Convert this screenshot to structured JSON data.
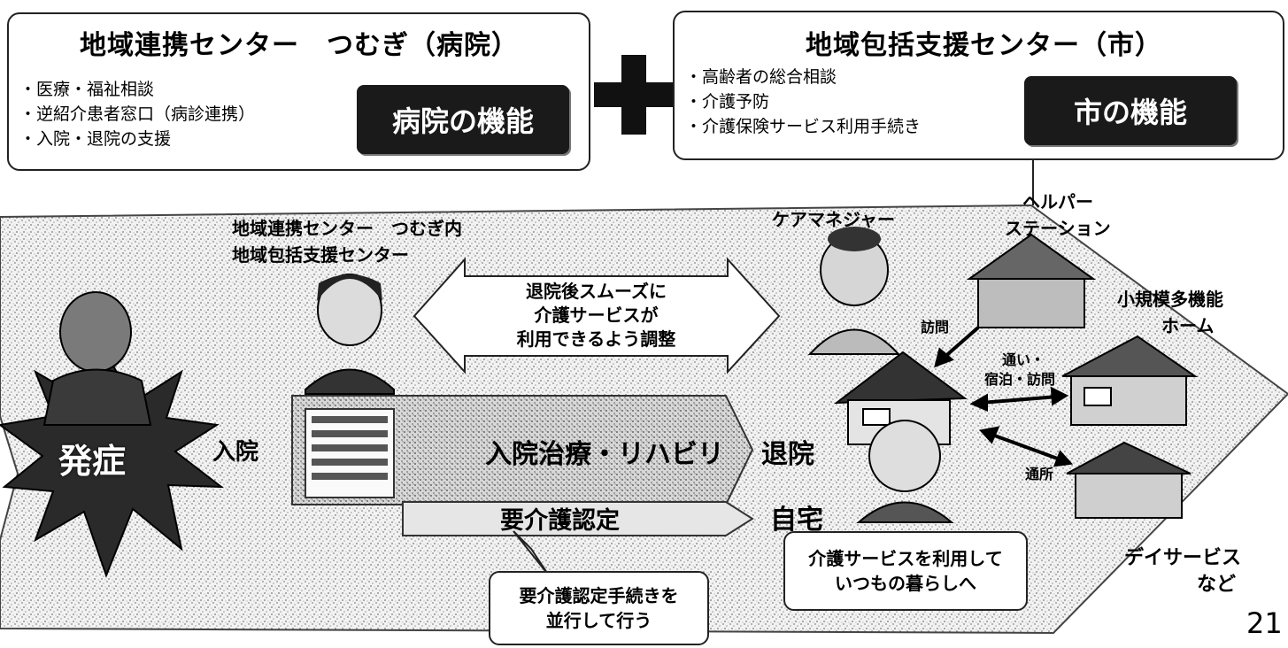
{
  "hospital_box": {
    "title": "地域連携センター　つむぎ（病院）",
    "items": [
      "・医療・福祉相談",
      "・逆紹介患者窓口（病診連携）",
      "・入院・退院の支援"
    ],
    "badge": "病院の機能"
  },
  "city_box": {
    "title": "地域包括支援センター（市）",
    "items": [
      "・高齢者の総合相談",
      "・介護予防",
      "・介護保険サービス利用手続き"
    ],
    "badge": "市の機能"
  },
  "labels": {
    "coordinator_line1": "地域連携センター　つむぎ内",
    "coordinator_line2": "地域包括支援センター",
    "care_manager": "ケアマネジャー",
    "helper_station_line1": "ヘルパー",
    "helper_station_line2": "ステーション",
    "multi_home_line1": "小規模多機能",
    "multi_home_line2": "ホーム",
    "visit": "訪問",
    "commute_line1": "通い・",
    "commute_line2": "宿泊・訪問",
    "day_visit": "通所",
    "day_service_line1": "デイサービス",
    "day_service_line2": "など"
  },
  "adjust_arrow": {
    "line1": "退院後スムーズに",
    "line2": "介護サービスが",
    "line3": "利用できるよう調整"
  },
  "flow": {
    "onset": "発症",
    "admission": "入院",
    "treatment": "入院治療・リハビリ",
    "discharge": "退院",
    "care_cert": "要介護認定",
    "home": "自宅"
  },
  "callouts": {
    "cert_line1": "要介護認定手続きを",
    "cert_line2": "並行して行う",
    "life_line1": "介護サービスを利用して",
    "life_line2": "いつもの暮らしへ"
  },
  "page_number": "21",
  "colors": {
    "badge": "#1a1a1a",
    "speckle": "#888888",
    "outline": "#222222"
  }
}
